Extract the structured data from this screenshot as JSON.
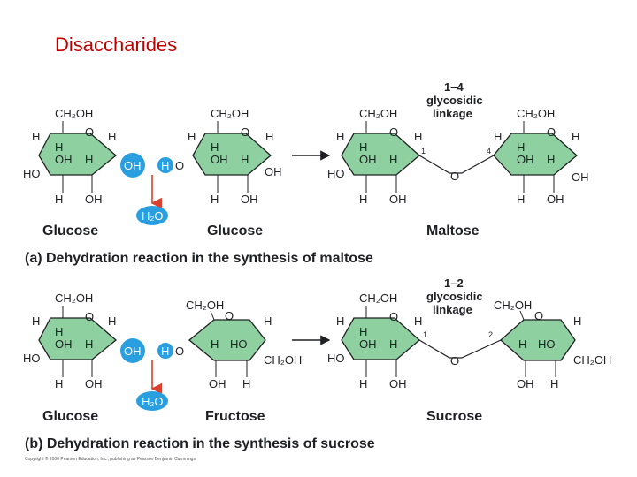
{
  "title": "Disaccharides",
  "colors": {
    "title": "#c00000",
    "ring_fill": "#8fd0a0",
    "ring_stroke": "#1f2024",
    "water": "#2a9fe0",
    "arrow_red": "#d8412f"
  },
  "labels": {
    "ch2oh": "CH₂OH",
    "h": "H",
    "oh": "OH",
    "ho": "HO",
    "o": "O",
    "water_oh": "OH",
    "water_h": "H",
    "water": "H₂O",
    "linkage_word": "glycosidic",
    "linkage_word2": "linkage"
  },
  "panel_a": {
    "linkage_num": "1–4",
    "reactant1": "Glucose",
    "reactant2": "Glucose",
    "product": "Maltose",
    "carbon_left": "1",
    "carbon_right": "4",
    "caption": "(a) Dehydration reaction in the synthesis of maltose"
  },
  "panel_b": {
    "linkage_num": "1–2",
    "reactant1": "Glucose",
    "reactant2": "Fructose",
    "product": "Sucrose",
    "carbon_left": "1",
    "carbon_right": "2",
    "caption": "(b) Dehydration reaction in the synthesis of sucrose"
  },
  "copyright": "Copyright © 2008 Pearson Education, Inc., publishing as Pearson Benjamin Cummings."
}
